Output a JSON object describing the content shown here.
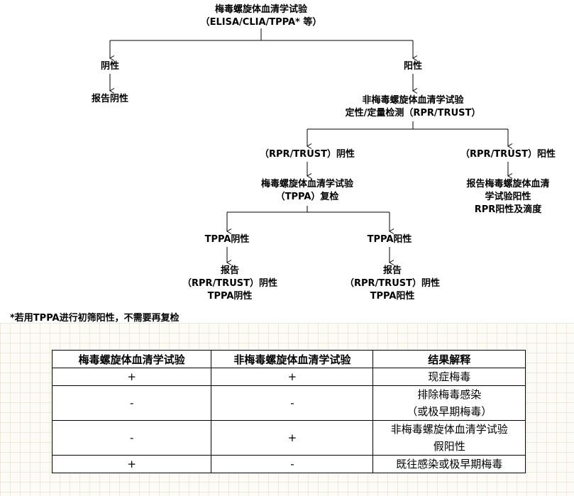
{
  "flow": {
    "root": {
      "line1": "梅毒螺旋体血清学试验",
      "line2": "（ELISA/CLIA/TPPA* 等）"
    },
    "neg": "阴性",
    "neg_report": "报告阴性",
    "pos": "阳性",
    "nontrep": {
      "line1": "非梅毒螺旋体血清学试验",
      "line2": "定性/定量检测（RPR/TRUST）"
    },
    "rpr_neg": "（RPR/TRUST）阴性",
    "rpr_pos": "（RPR/TRUST）阳性",
    "rpr_pos_report": {
      "line1": "报告梅毒螺旋体血清",
      "line2": "学试验阳性",
      "line3": "RPR阳性及滴度"
    },
    "tppa_recheck": {
      "line1": "梅毒螺旋体血清学试验",
      "line2": "（TPPA）复检"
    },
    "tppa_neg": "TPPA阴性",
    "tppa_pos": "TPPA阳性",
    "tppa_neg_report": {
      "line1": "报告",
      "line2": "（RPR/TRUST）阴性",
      "line3": "TPPA阴性"
    },
    "tppa_pos_report": {
      "line1": "报告",
      "line2": "（RPR/TRUST）阴性",
      "line3": "TPPA阳性"
    }
  },
  "footnote": "*若用TPPA进行初筛阳性，不需要再复检",
  "table": {
    "headers": [
      "梅毒螺旋体血清学试验",
      "非梅毒螺旋体血清学试验",
      "结果解释"
    ],
    "rows": [
      {
        "c1": "+",
        "c2": "+",
        "c3a": "现症梅毒",
        "c3b": ""
      },
      {
        "c1": "-",
        "c2": "-",
        "c3a": "排除梅毒感染",
        "c3b": "（或极早期梅毒）"
      },
      {
        "c1": "-",
        "c2": "+",
        "c3a": "非梅毒螺旋体血清学试验",
        "c3b": "假阳性"
      },
      {
        "c1": "+",
        "c2": "-",
        "c3a": "既往感染或极早期梅毒",
        "c3b": ""
      }
    ]
  }
}
